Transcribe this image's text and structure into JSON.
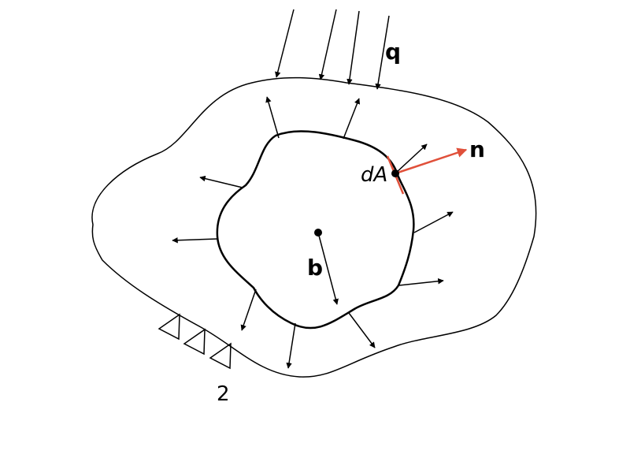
{
  "labels": {
    "load": "q",
    "normal": "n",
    "area_element": "dA",
    "body_force": "b",
    "support_region": "2"
  },
  "colors": {
    "stroke": "#000000",
    "normal_vector": "#e0503a"
  }
}
